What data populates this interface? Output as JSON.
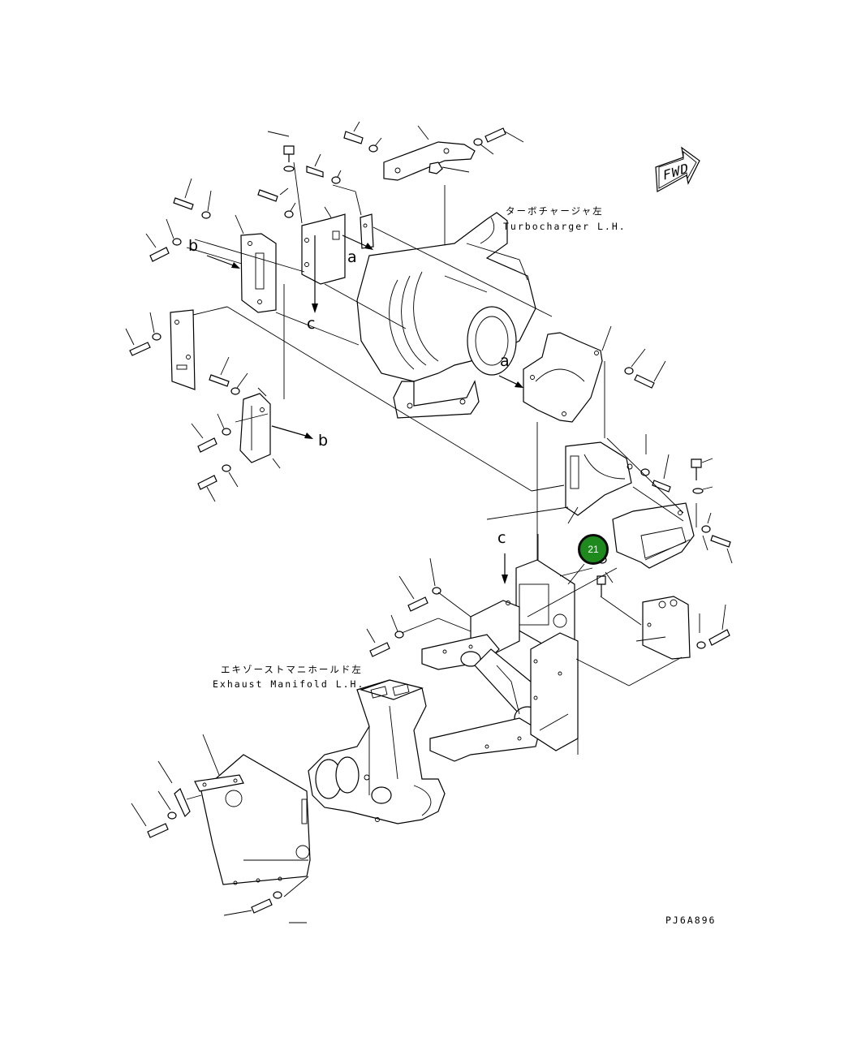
{
  "labels": {
    "turbo_jp": "ターボチャージャ左",
    "turbo_en": "Turbocharger L.H.",
    "exhaust_jp": "エキゾーストマニホールド左",
    "exhaust_en": "Exhaust Manifold L.H.",
    "drawing_code": "PJ6A896",
    "fwd": "FWD"
  },
  "ref_letters": {
    "a1": "a",
    "a2": "a",
    "b1": "b",
    "b2": "b",
    "c1": "c",
    "c2": "c"
  },
  "callout": {
    "number": "21",
    "color": "#1e8a1e"
  }
}
